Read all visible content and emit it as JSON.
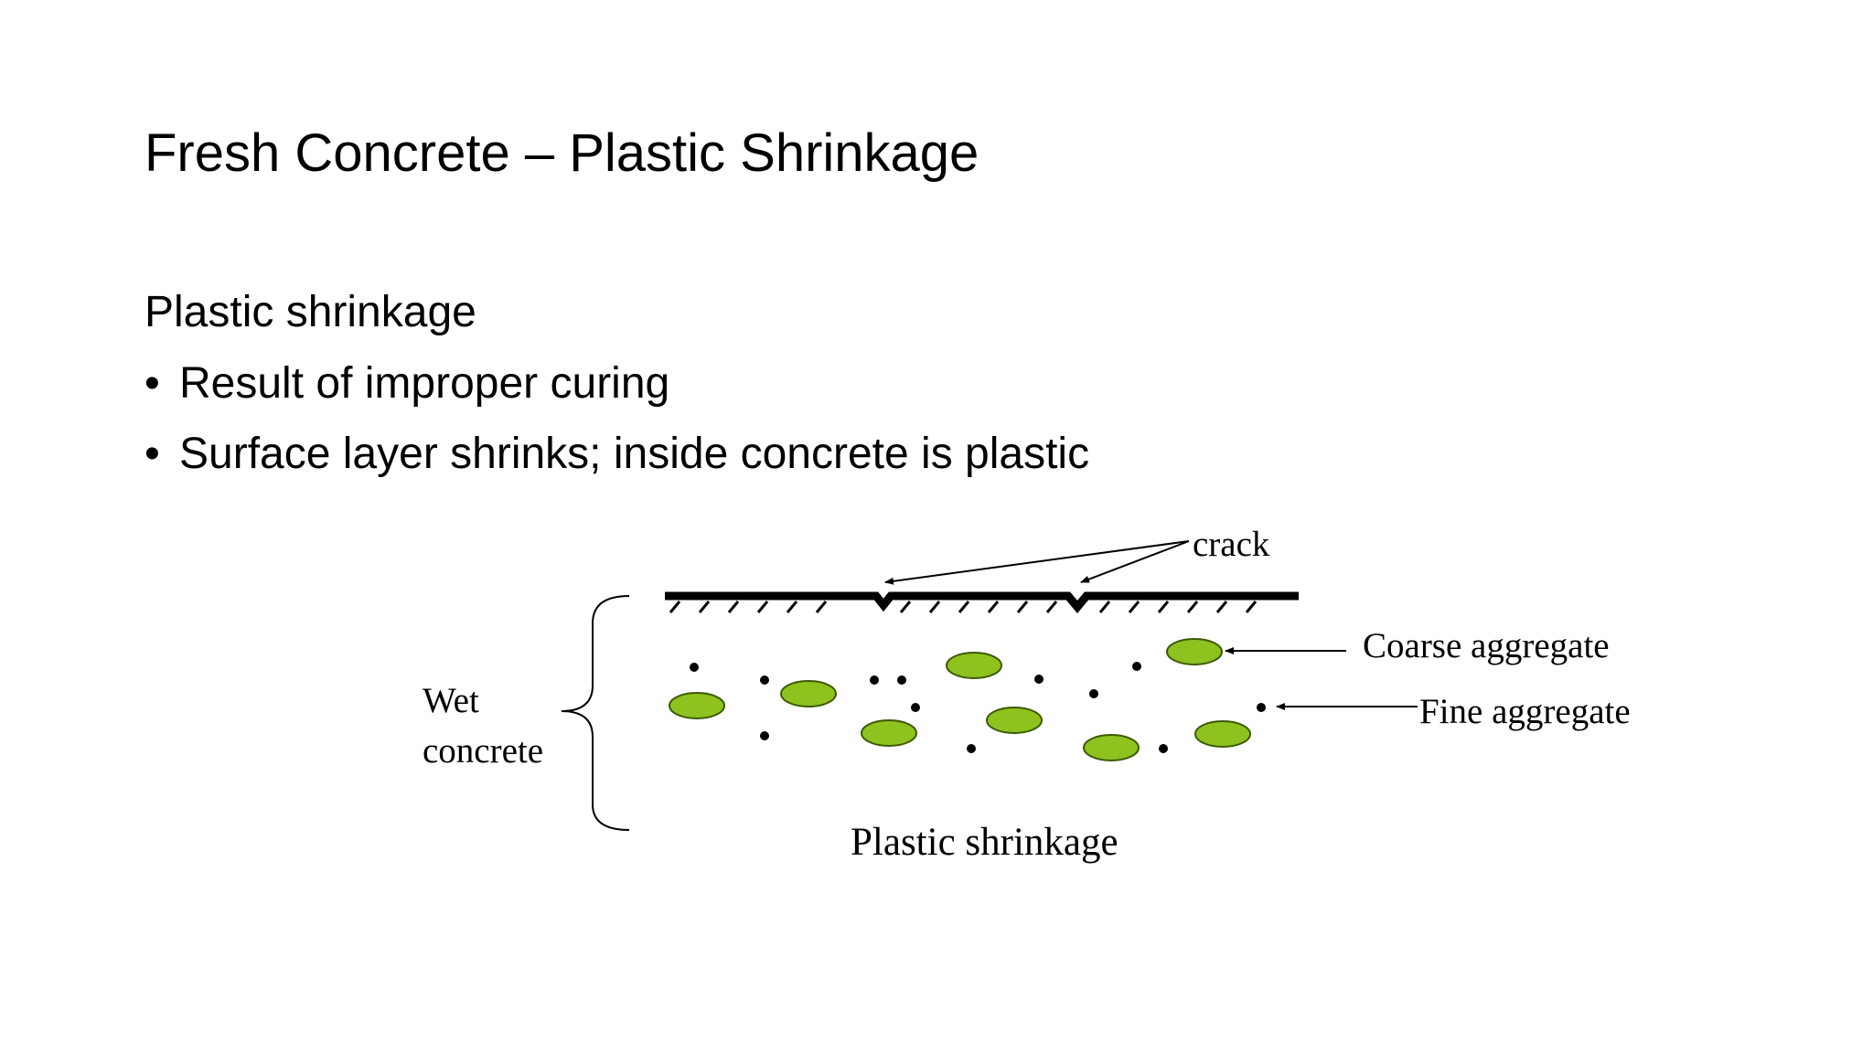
{
  "slide": {
    "title": "Fresh Concrete – Plastic Shrinkage",
    "heading": "Plastic shrinkage",
    "bullet_glyph": "•",
    "bullets": [
      "Result of improper curing",
      "Surface layer shrinks; inside concrete is plastic"
    ]
  },
  "diagram": {
    "labels": {
      "crack": "crack",
      "coarse": "Coarse aggregate",
      "fine": "Fine aggregate",
      "wet_line1": "Wet",
      "wet_line2": "concrete",
      "caption": "Plastic shrinkage"
    },
    "colors": {
      "coarse_fill": "#8dc21f",
      "coarse_stroke": "#3d5a00",
      "line": "#000000"
    }
  }
}
